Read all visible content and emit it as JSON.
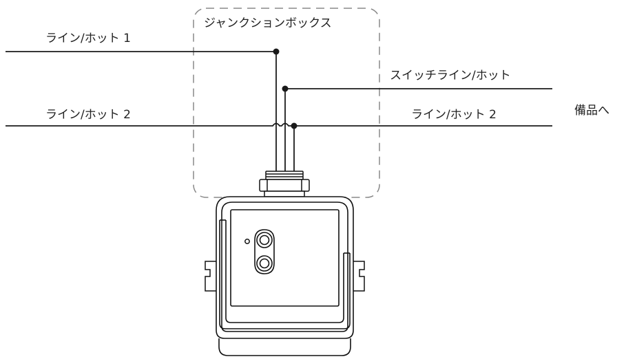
{
  "labels": {
    "junction_box": "ジャンクションボックス",
    "line_hot_1": "ライン/ホット 1",
    "switch_line_hot": "スイッチライン/ホット",
    "line_hot_2_left": "ライン/ホット 2",
    "line_hot_2_right": "ライン/ホット 2",
    "to_equipment": "備品へ"
  },
  "colors": {
    "wire": "#1a1a1a",
    "box_outline": "#888888",
    "device_outline": "#111111",
    "background": "#ffffff"
  }
}
